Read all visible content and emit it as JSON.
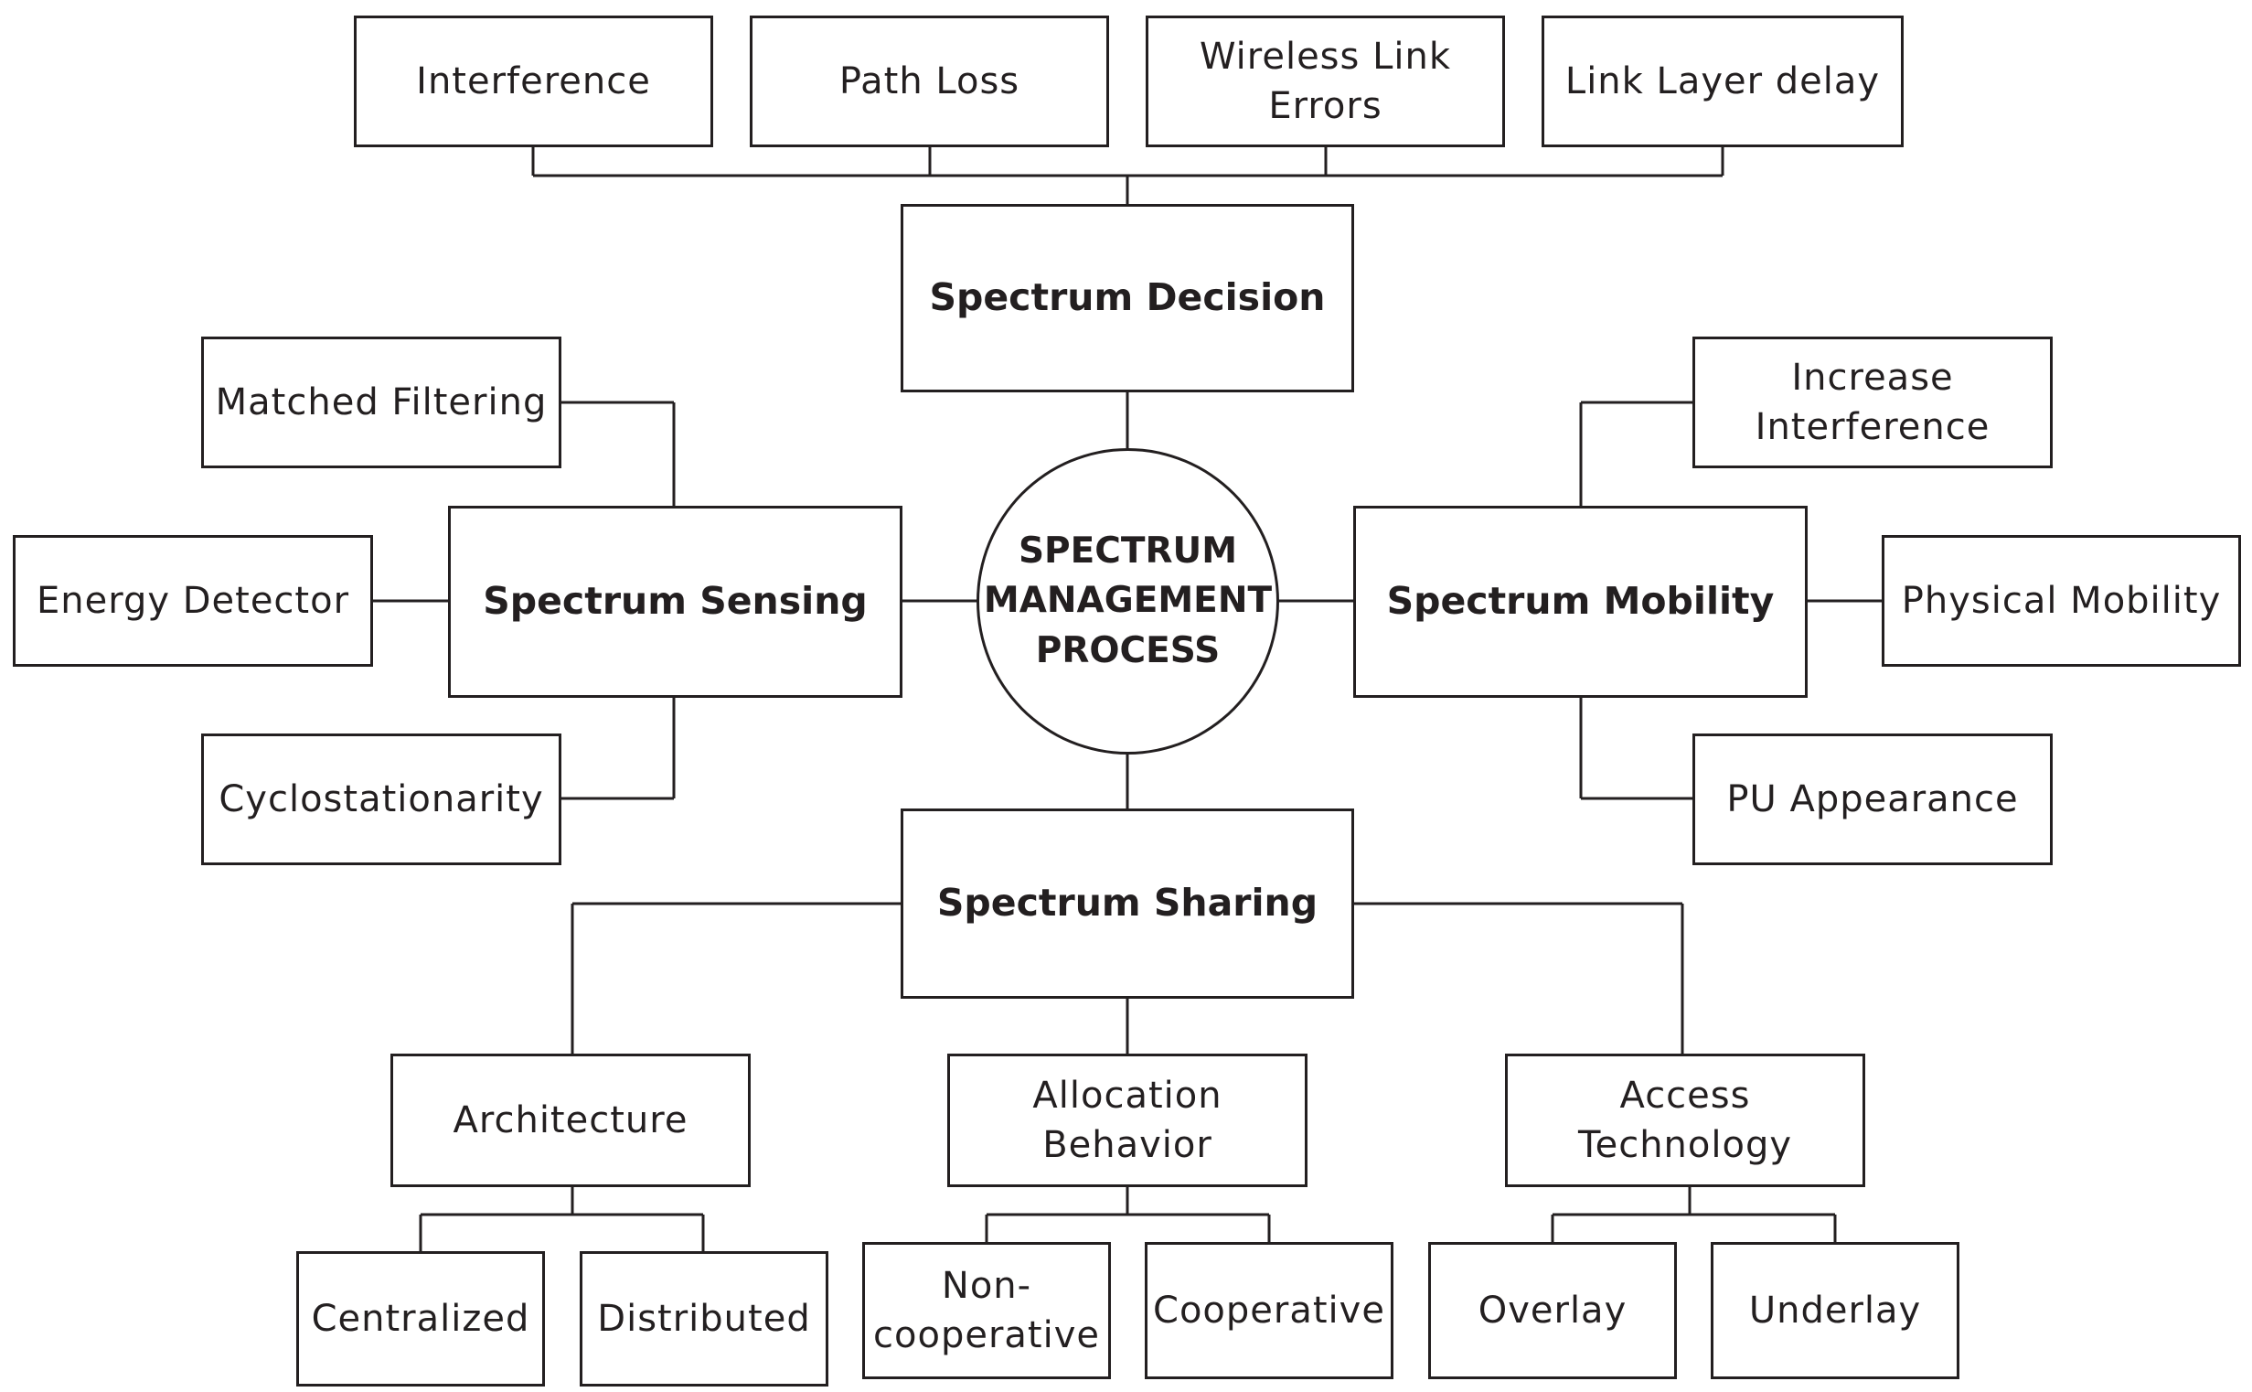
{
  "center": {
    "label": "SPECTRUM\nMANAGEMENT\nPROCESS"
  },
  "decision": {
    "label": "Spectrum Decision",
    "factors": [
      "Interference",
      "Path Loss",
      "Wireless Link\nErrors",
      "Link Layer delay"
    ]
  },
  "sensing": {
    "label": "Spectrum Sensing",
    "methods": [
      "Matched Filtering",
      "Energy Detector",
      "Cyclostationarity"
    ]
  },
  "mobility": {
    "label": "Spectrum Mobility",
    "causes": [
      "Increase\nInterference",
      "Physical Mobility",
      "PU Appearance"
    ]
  },
  "sharing": {
    "label": "Spectrum Sharing",
    "architecture": {
      "label": "Architecture",
      "children": [
        "Centralized",
        "Distributed"
      ]
    },
    "allocation": {
      "label": "Allocation\nBehavior",
      "children": [
        "Non-\ncooperative",
        "Cooperative"
      ]
    },
    "access": {
      "label": "Access Technology",
      "children": [
        "Overlay",
        "Underlay"
      ]
    }
  }
}
